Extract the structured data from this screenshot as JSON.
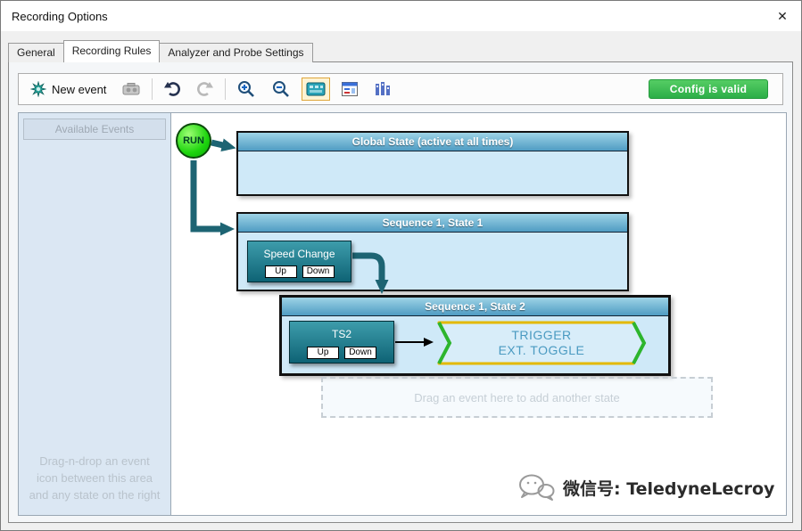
{
  "window": {
    "title": "Recording Options",
    "close_glyph": "✕"
  },
  "tabs": [
    {
      "label": "General"
    },
    {
      "label": "Recording Rules"
    },
    {
      "label": "Analyzer and Probe Settings"
    }
  ],
  "active_tab": "Recording Rules",
  "toolbar": {
    "new_event_label": "New event",
    "config_status": "Config is valid",
    "icons": [
      "new-event-icon",
      "delete-event-icon",
      "undo-icon",
      "redo-icon",
      "zoom-in-icon",
      "zoom-out-icon",
      "display-settings-icon",
      "properties-icon",
      "event-table-icon"
    ]
  },
  "left_panel": {
    "header": "Available Events",
    "hint": "Drag-n-drop an event icon between this area and any state on the right"
  },
  "canvas": {
    "run_label": "RUN",
    "states": [
      {
        "title": "Global State (active at all times)"
      },
      {
        "title": "Sequence 1, State 1"
      },
      {
        "title": "Sequence 1, State 2"
      }
    ],
    "events": [
      {
        "name": "Speed Change",
        "up_label": "Up",
        "down_label": "Down"
      },
      {
        "name": "TS2",
        "up_label": "Up",
        "down_label": "Down"
      }
    ],
    "trigger": {
      "line1": "TRIGGER",
      "line2": "EXT. TOGGLE"
    },
    "drop_hint": "Drag an event here to add another state"
  },
  "watermark": {
    "text": "微信号: TeledyneLecroy"
  },
  "colors": {
    "state_header": "#4f9cc3",
    "state_body": "#cfe9f8",
    "event_bg": "#0e6375",
    "run_green": "#1ed50e",
    "arrow": "#1d6473",
    "valid_green": "#34bf4e",
    "trigger_border": "#e3b900",
    "trigger_accent": "#2db52d",
    "trigger_text": "#4a9ac1"
  }
}
